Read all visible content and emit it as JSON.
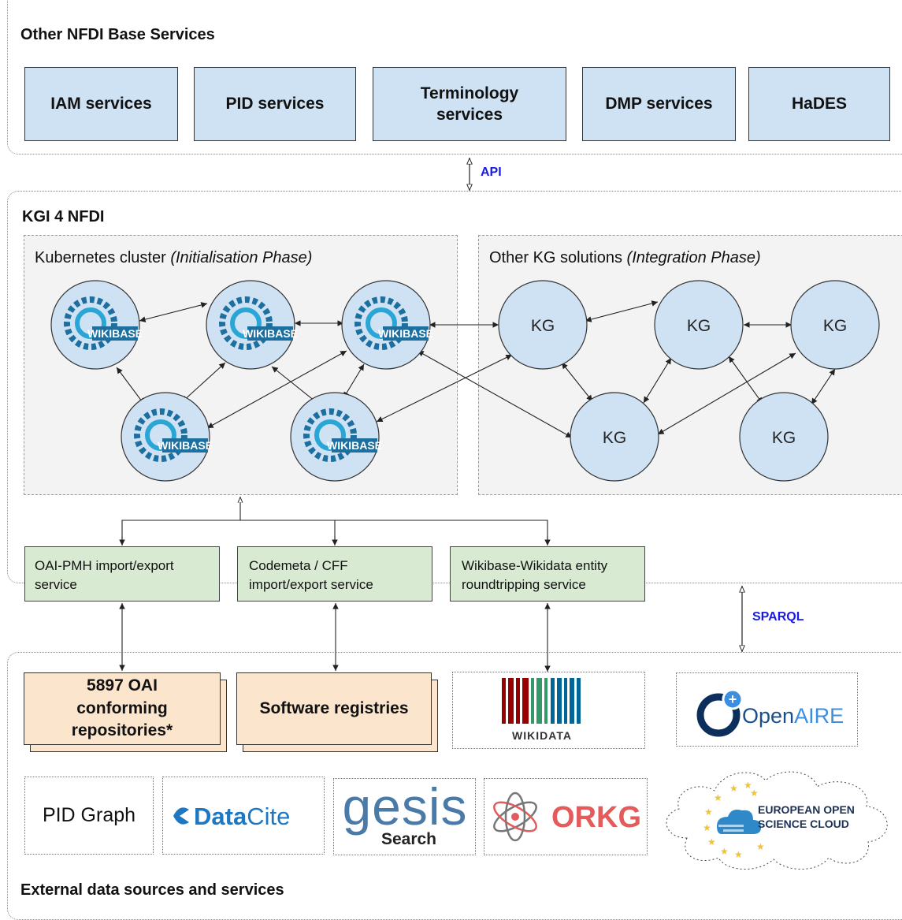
{
  "base_services": {
    "title": "Other NFDI Base Services",
    "items": [
      "IAM services",
      "PID services",
      "Terminology services",
      "DMP services",
      "HaDES"
    ]
  },
  "protocols": {
    "api": "API",
    "sparql": "SPARQL"
  },
  "kgi": {
    "title": "KGI 4 NFDI",
    "cluster": {
      "prefix": "Kubernetes cluster ",
      "phase": "(Initialisation Phase)",
      "node_label": "WIKIBASE"
    },
    "other_kg": {
      "prefix": "Other KG solutions ",
      "phase": "(Integration Phase)",
      "node_label": "KG"
    },
    "services": [
      "OAI-PMH import/export service",
      "Codemeta / CFF import/export service",
      "Wikibase-Wikidata entity roundtripping service"
    ]
  },
  "external": {
    "title": "External data sources and services",
    "repositories": "5897 OAI conforming repositories*",
    "software": "Software registries",
    "logos": {
      "wikidata": "WIKIDATA",
      "openaire_open": "Open",
      "openaire_aire": "AIRE",
      "pid_graph": "PID Graph",
      "datacite_data": "Data",
      "datacite_cite": "Cite",
      "gesis": "gesis",
      "gesis_search": "Search",
      "orkg": "ORKG",
      "eosc_1": "EUROPEAN OPEN",
      "eosc_2": "SCIENCE CLOUD"
    }
  },
  "colors": {
    "service_blue": "#cfe2f3",
    "service_green": "#d9ead3",
    "source_peach": "#fce5cd",
    "protocol_blue": "#1a1ae6",
    "wikibase_teal": "#1d6fa0",
    "orkg_red": "#e35b5b",
    "datacite_blue": "#1d77c1",
    "gesis_blue": "#3f6f9a"
  }
}
